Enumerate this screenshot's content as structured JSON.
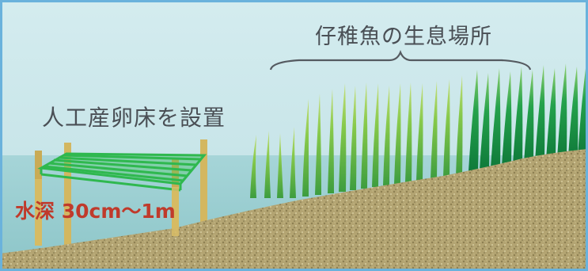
{
  "labels": {
    "fry_habitat": "仔稚魚の生息場所",
    "spawning_bed": "人工産卵床を設置",
    "water_depth": "水深 30cm～1m"
  },
  "colors": {
    "sky": "#c9e6ea",
    "water": "#9fd1d4",
    "ground": "#b6a879",
    "grass_light": "#7cc646",
    "grass_dark": "#1f9a48",
    "spawning_bed": "#2bb84d",
    "posts": "#cfb15c",
    "depth_text": "#c03a2b",
    "frame": "#5aa9d6"
  }
}
